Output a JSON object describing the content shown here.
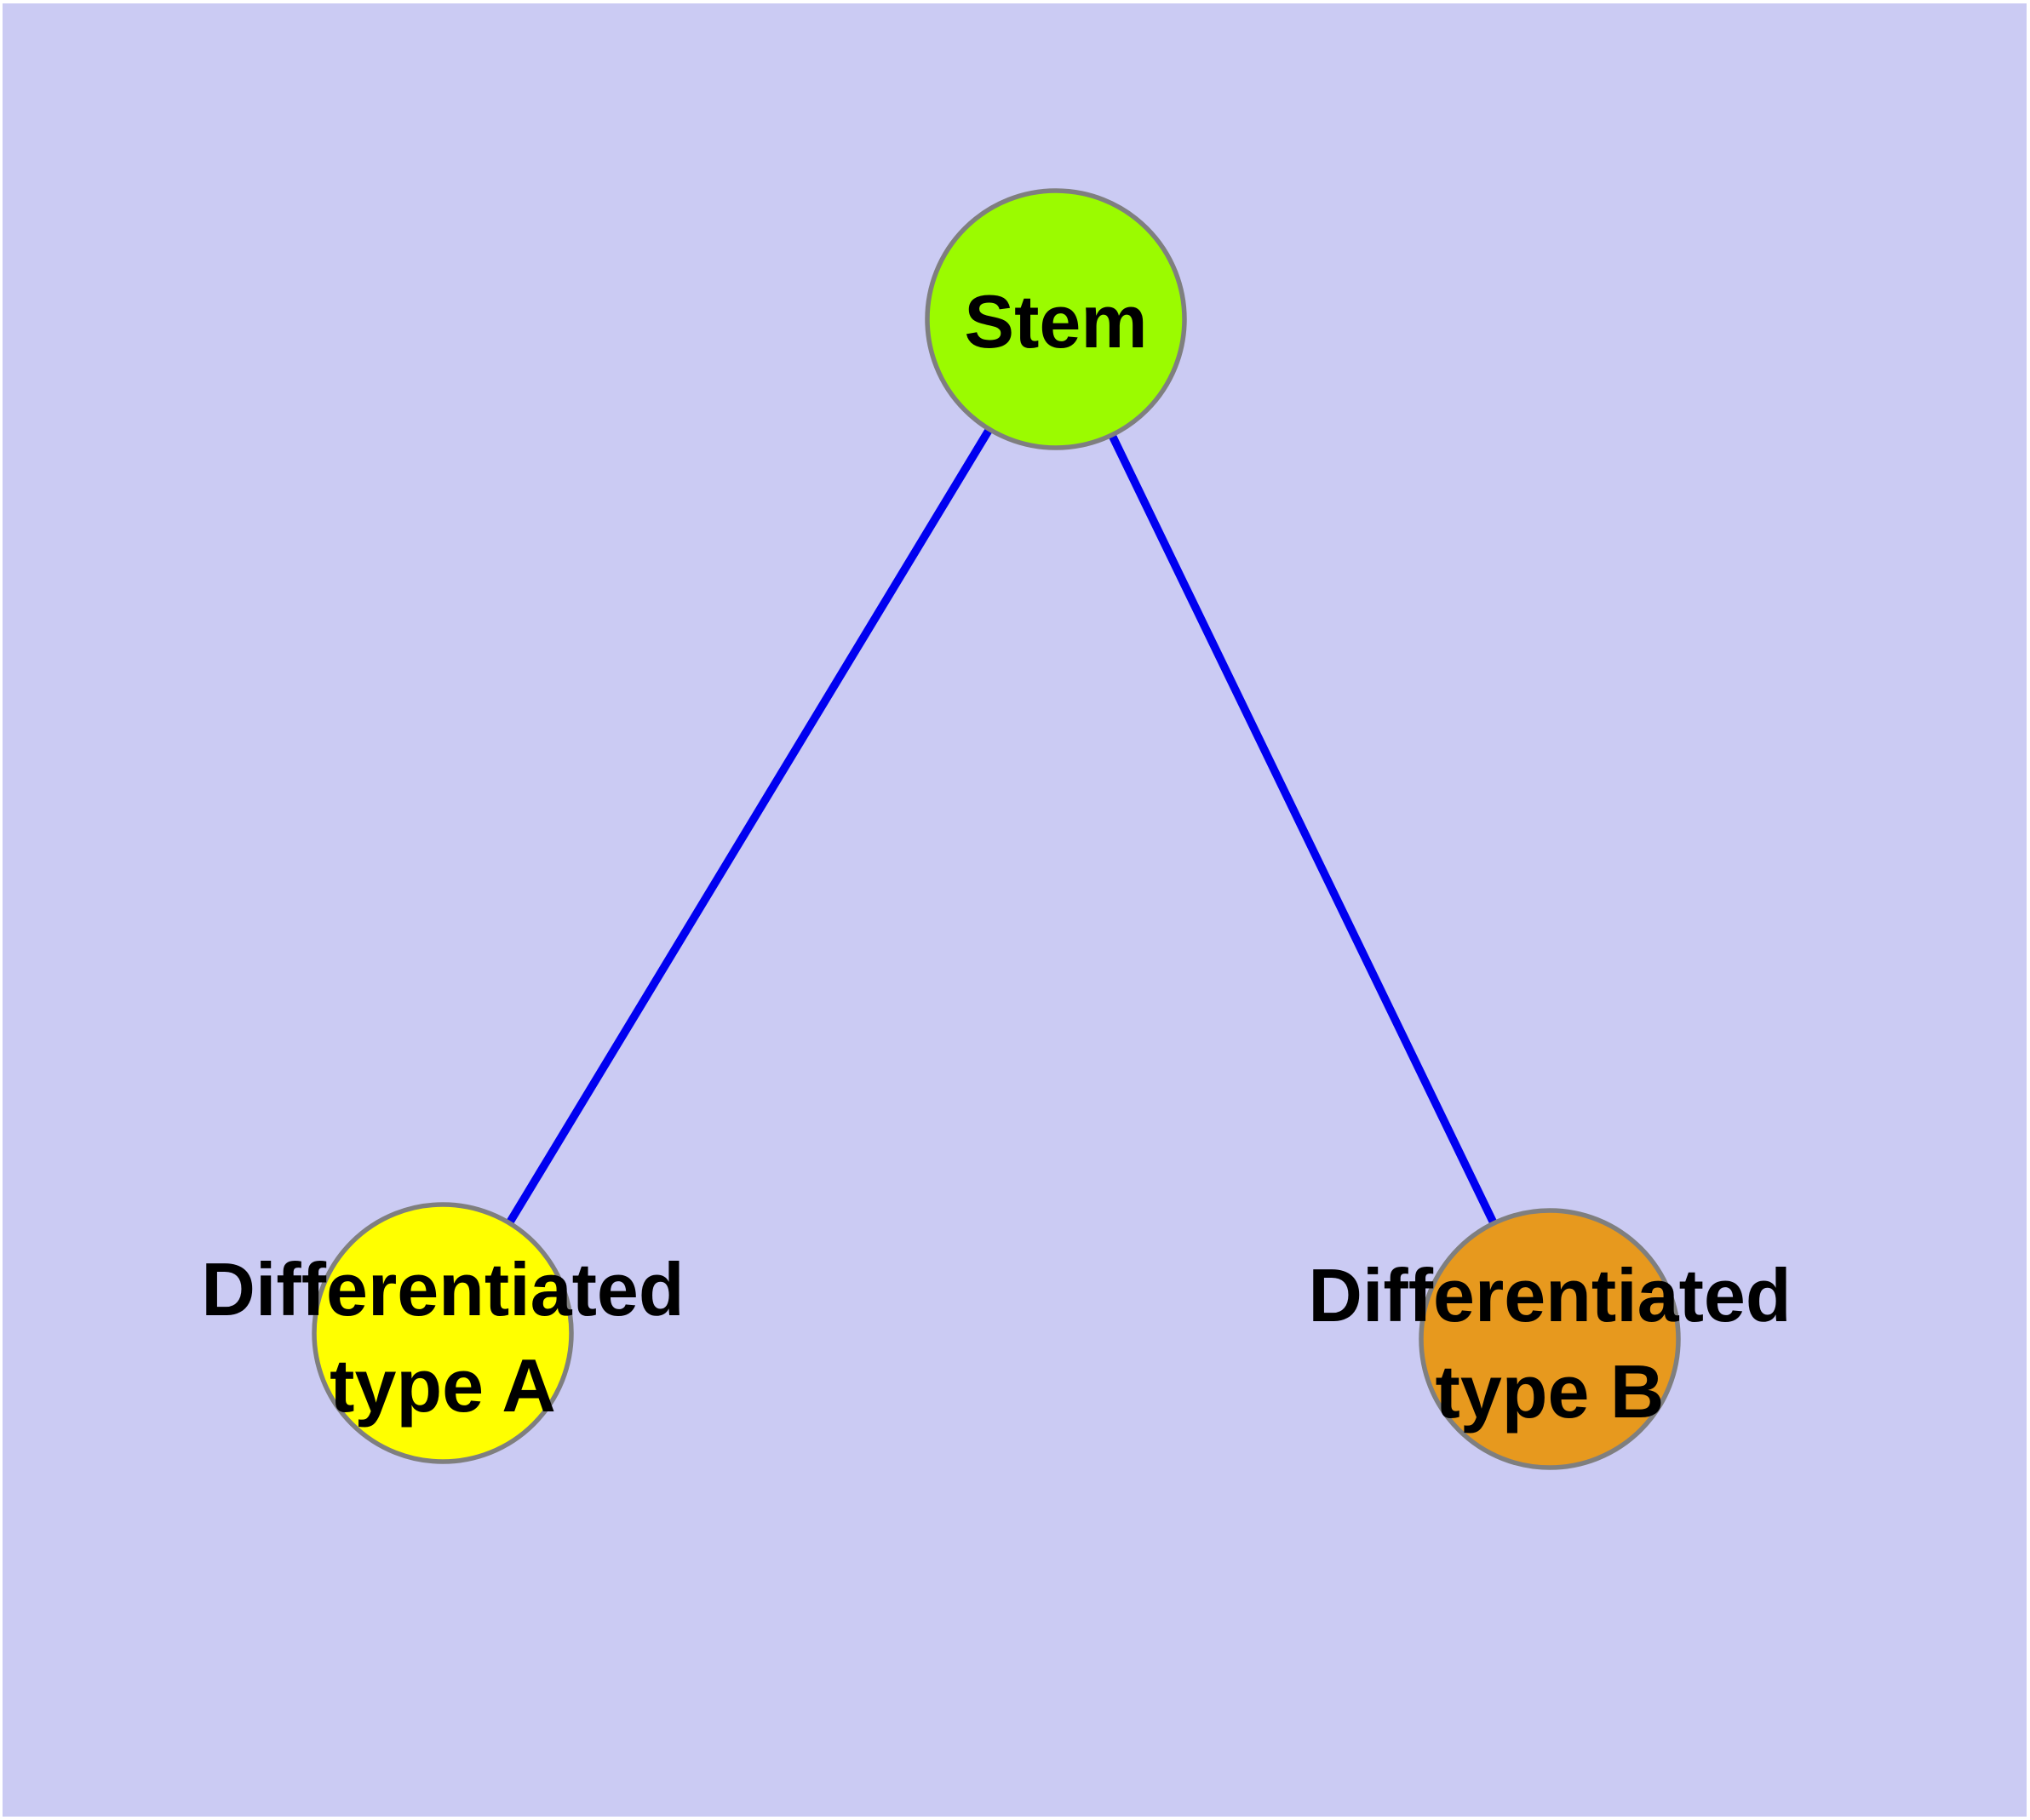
{
  "canvas": {
    "background_color": "#CBCBF3",
    "frame_color": "#FFFFFF"
  },
  "colors": {
    "edge_blue": "#0000F0",
    "node_border_gray": "#7F7F7F",
    "label_text": "#000000"
  },
  "diagram": {
    "nodes": {
      "stem": {
        "label": "Stem",
        "fill": "#9BFB00"
      },
      "type_a": {
        "label": "Differentiated type A",
        "line1": "Differentiated",
        "line2": "type A",
        "fill": "#FFFF00"
      },
      "type_b": {
        "label": "Differentiated type B",
        "line1": "Differentiated",
        "line2": "type B",
        "fill": "#E7991E"
      }
    },
    "edges": {
      "color": "#0000F0",
      "list": [
        {
          "from": "Stem",
          "to": "Differentiated type A"
        },
        {
          "from": "Stem",
          "to": "Differentiated type B"
        }
      ]
    }
  }
}
